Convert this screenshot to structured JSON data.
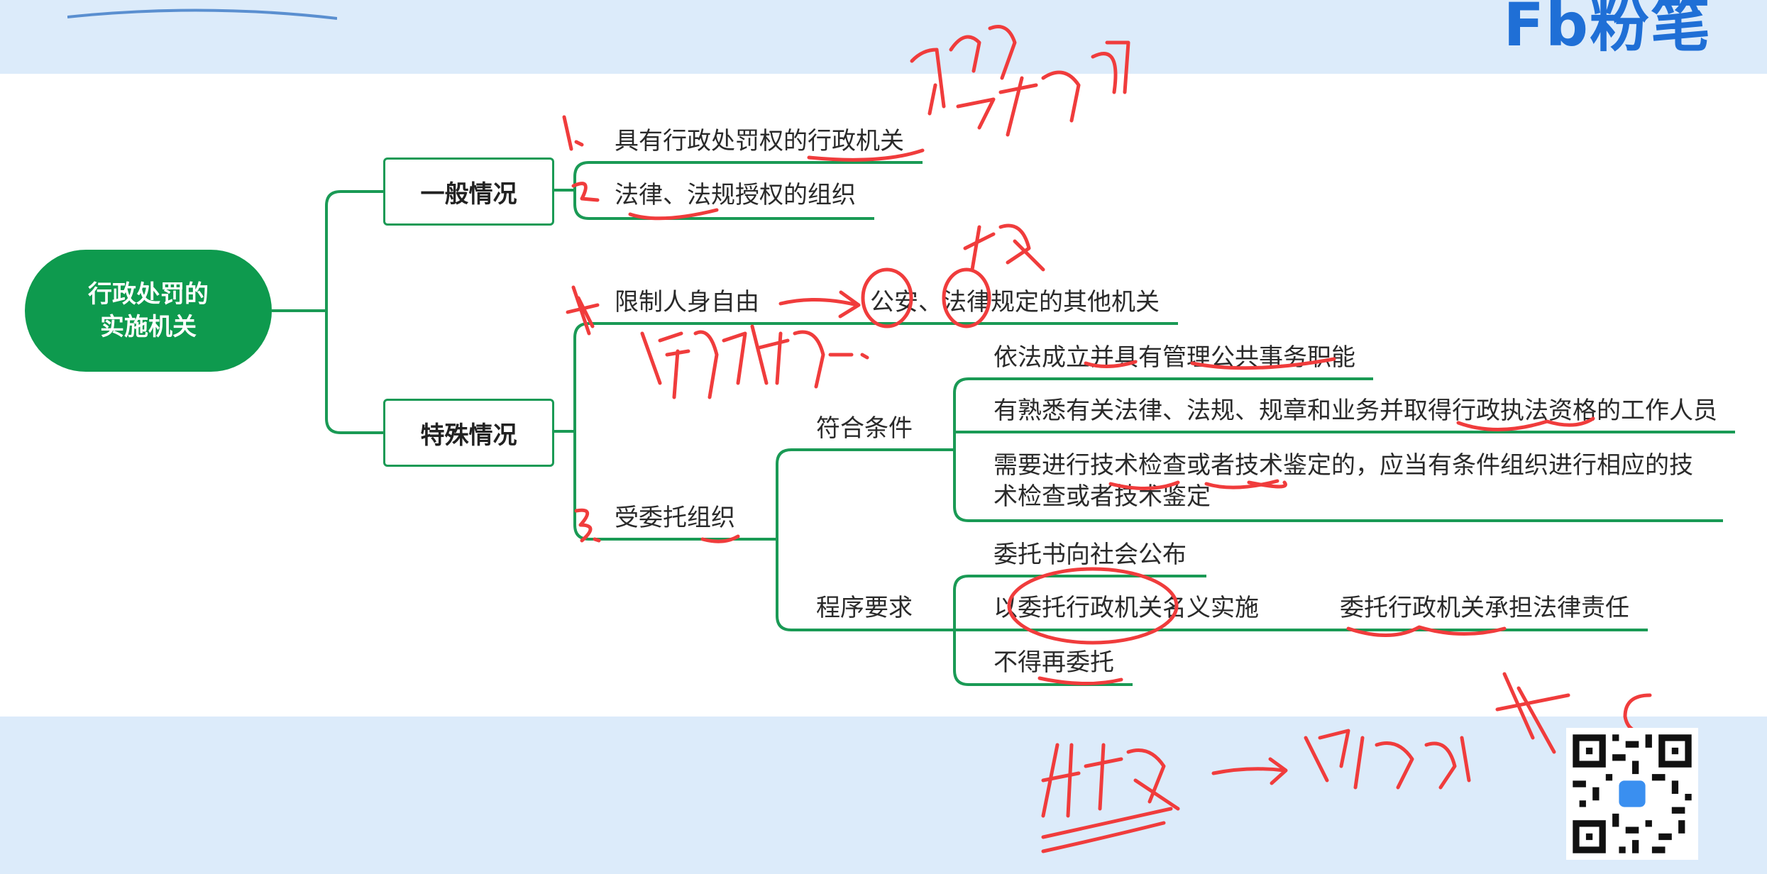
{
  "brand": {
    "logo": "Fb粉笔"
  },
  "mindmap": {
    "root": {
      "line1": "行政处罚的",
      "line2": "实施机关"
    },
    "general": {
      "label": "一般情况",
      "items": [
        "具有行政处罚权的行政机关",
        "法律、法规授权的组织"
      ]
    },
    "special": {
      "label": "特殊情况",
      "restrict": {
        "label": "限制人身自由",
        "target": "公安、法律规定的其他机关"
      },
      "entrusted": {
        "label": "受委托组织",
        "conditions": {
          "label": "符合条件",
          "items": [
            "依法成立并具有管理公共事务职能",
            "有熟悉有关法律、法规、规章和业务并取得行政执法资格的工作人员",
            "需要进行技术检查或者技术鉴定的，应当有条件组织进行相应的技术检查或者技术鉴定"
          ]
        },
        "procedure": {
          "label": "程序要求",
          "items": [
            "委托书向社会公布",
            "以委托行政机关名义实施",
            "不得再委托"
          ],
          "consequence": "委托行政机关承担法律责任"
        }
      }
    }
  },
  "annotations": {
    "num1": "1.",
    "num2": "2.",
    "num3": "3.",
    "gov_dept": "政府工作部门",
    "note_restrict": "行政拘留",
    "note_narrow": "狭义",
    "answer": "A 机关 → 为组织 → 选 C"
  },
  "colors": {
    "green": "#0e9a4e",
    "line": "#1a9a55",
    "ink": "#f03c3c",
    "band": "#dcebfa"
  }
}
